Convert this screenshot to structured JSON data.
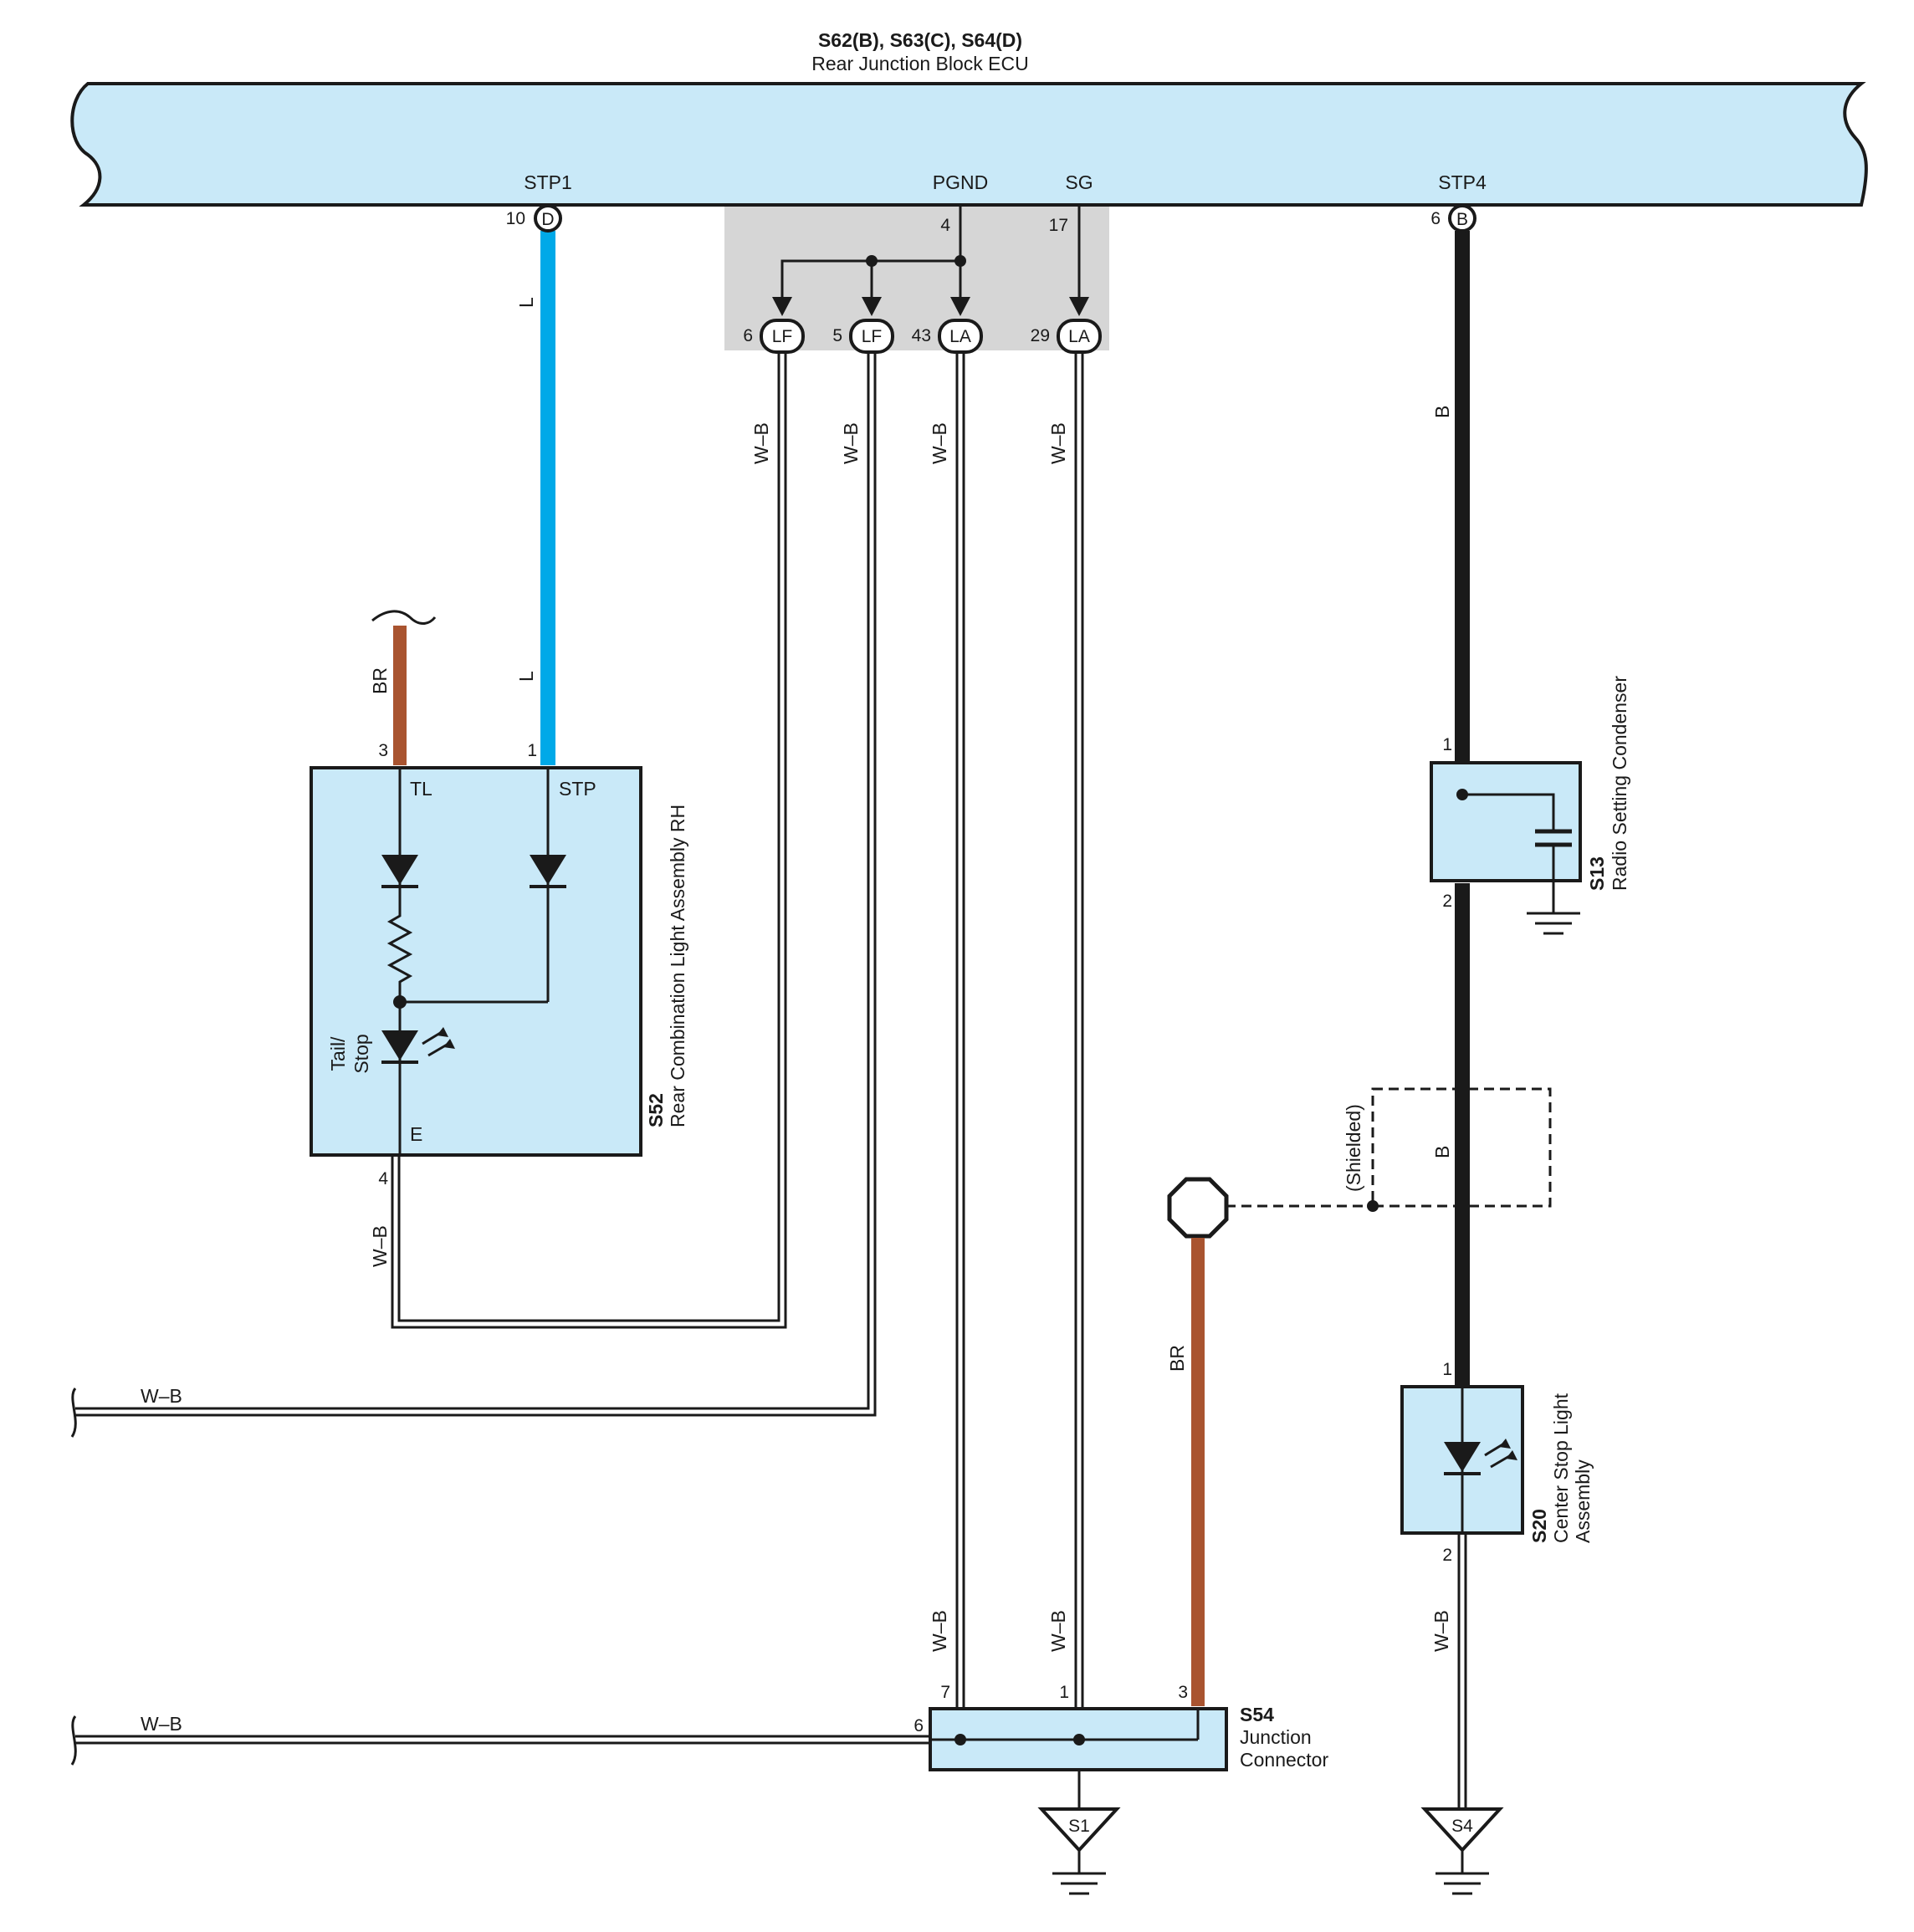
{
  "ecu": {
    "connectors": "S62(B), S63(C), S64(D)",
    "name": "Rear Junction Block ECU",
    "terminals": {
      "stp1": {
        "label": "STP1",
        "pin": "10",
        "conn": "D"
      },
      "pgnd": {
        "label": "PGND",
        "pin": "4"
      },
      "sg": {
        "label": "SG",
        "pin": "17"
      },
      "stp4": {
        "label": "STP4",
        "pin": "6",
        "conn": "B"
      }
    }
  },
  "inline_connectors": [
    {
      "pin": "6",
      "code": "LF"
    },
    {
      "pin": "5",
      "code": "LF"
    },
    {
      "pin": "43",
      "code": "LA"
    },
    {
      "pin": "29",
      "code": "LA"
    }
  ],
  "wires": {
    "l": "L",
    "br": "BR",
    "wb": "W–B",
    "b": "B",
    "shielded": "(Shielded)"
  },
  "wire_colors": {
    "l": "#00a9e8",
    "br": "#a95430",
    "b": "#1a1a1a",
    "box_fill": "#c9e9f8"
  },
  "s52": {
    "id": "S52",
    "name": "Rear Combination Light Assembly RH",
    "pins": {
      "tl": "3",
      "stp": "1",
      "e": "4"
    },
    "terms": {
      "tl": "TL",
      "stp": "STP",
      "e": "E"
    },
    "lamp": "Tail/\nStop"
  },
  "s13": {
    "id": "S13",
    "name": "Radio Setting Condenser",
    "pins": {
      "in": "1",
      "out": "2"
    }
  },
  "s20": {
    "id": "S20",
    "name_line1": "Center Stop Light",
    "name_line2": "Assembly",
    "pins": {
      "in": "1",
      "out": "2"
    }
  },
  "s54": {
    "id": "S54",
    "name_line1": "Junction",
    "name_line2": "Connector",
    "pins": {
      "a": "6",
      "b": "7",
      "c": "1",
      "d": "3"
    }
  },
  "grounds": {
    "g1": "S1",
    "g2": "S4"
  }
}
